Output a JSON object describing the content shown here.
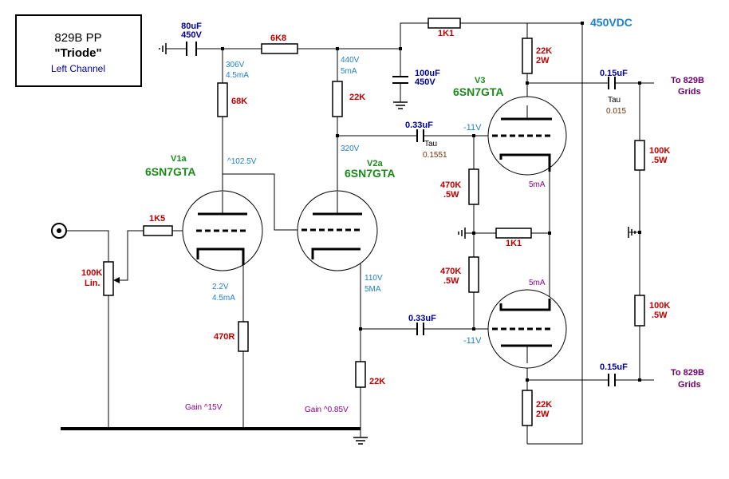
{
  "title_box": {
    "line1": "829B  PP",
    "line2": "\"Triode\"",
    "line3": "Left Channel"
  },
  "supply_label": "450VDC",
  "components": {
    "c_input": {
      "value": "80uF",
      "rating": "450V"
    },
    "r_6k8": "6K8",
    "r_1k1_top": "1K1",
    "c_filter": {
      "value": "100uF",
      "rating": "450V"
    },
    "r_68k": "68K",
    "r_22k_v2a": "22K",
    "c_033_top": "0.33uF",
    "tau_top": {
      "label": "Tau",
      "value": "0.1551"
    },
    "r_1k5": "1K5",
    "pot": {
      "value": "100K",
      "type": "Lin."
    },
    "r_470r": "470R",
    "r_22k_cath": "22K",
    "c_033_bot": "0.33uF",
    "r_470k_top": {
      "value": "470K",
      "rating": ".5W"
    },
    "r_470k_bot": {
      "value": "470K",
      "rating": ".5W"
    },
    "r_1k1_mid": "1K1",
    "r_22k2w_top": {
      "value": "22K",
      "rating": "2W"
    },
    "r_22k2w_bot": {
      "value": "22K",
      "rating": "2W"
    },
    "c_015_top": "0.15uF",
    "c_015_bot": "0.15uF",
    "tau_right": {
      "label": "Tau",
      "value": "0.015"
    },
    "r_100k_top": {
      "value": "100K",
      "rating": ".5W"
    },
    "r_100k_bot": {
      "value": "100K",
      "rating": ".5W"
    }
  },
  "tubes": {
    "v1a": {
      "name": "V1a",
      "type": "6SN7GTA"
    },
    "v2a": {
      "name": "V2a",
      "type": "6SN7GTA"
    },
    "v3": {
      "name": "V3",
      "type": "6SN7GTA"
    }
  },
  "voltages": {
    "v1_supply": "306V",
    "v1_supply_i": "4.5mA",
    "v2_supply": "440V",
    "v2_supply_i": "5mA",
    "v1_plate": "^102.5V",
    "v2_plate": "320V",
    "v1_cath": "2.2V",
    "v1_cath_i": "4.5mA",
    "v2_cath": "110V",
    "v2_cath_i": "5MA",
    "grid_top": "-11V",
    "grid_bot": "-11V",
    "i_top": "5mA",
    "i_bot": "5mA"
  },
  "gains": {
    "v1": "Gain ^15V",
    "v2": "Gain ^0.85V"
  },
  "outputs": {
    "top": {
      "line1": "To  829B",
      "line2": "Grids"
    },
    "bot": {
      "line1": "To  829B",
      "line2": "Grids"
    }
  },
  "colors": {
    "wire": "#000000",
    "value_red": "#c00000",
    "voltage_blue": "#1f7fc8",
    "tube_green": "#1a8a1a",
    "note_purple": "#8b008b"
  }
}
